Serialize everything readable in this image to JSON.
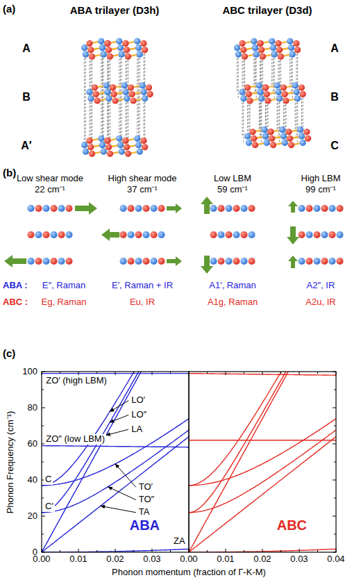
{
  "diagram": {
    "labels": [
      "(a)",
      "ABA trilayer (D3h)",
      "ABC trilayer (D3d)",
      "A",
      "B",
      "A′",
      "A",
      "B",
      "C",
      "(b)",
      "Low shear mode",
      "22 cm⁻¹",
      "High shear mode",
      "37 cm⁻¹",
      "Low LBM",
      "59 cm⁻¹",
      "High LBM",
      "99 cm⁻¹",
      "ABA :",
      "E″, Raman",
      "E′, Raman + IR",
      "A1′, Raman",
      "A2″, IR",
      "ABC :",
      "Eg, Raman",
      "Eu, IR",
      "A1g, Raman",
      "A2u, IR",
      "(c)",
      "Phonon Frequency (cm⁻¹)",
      "0",
      "20",
      "40",
      "60",
      "80",
      "100",
      "0.00",
      "0.01",
      "0.02",
      "0.03",
      "0.00",
      "0.01",
      "0.02",
      "0.03",
      "0.04",
      "Phonon momentum (fraction of Γ-K-M)",
      "ZO′ (high LBM)",
      "LO′",
      "LO″",
      "LA",
      "ZO″ (low LBM)",
      "TO′",
      "TO″",
      "TA",
      "C",
      "C′",
      "ZA",
      "ABA",
      "ABC"
    ]
  }
}
